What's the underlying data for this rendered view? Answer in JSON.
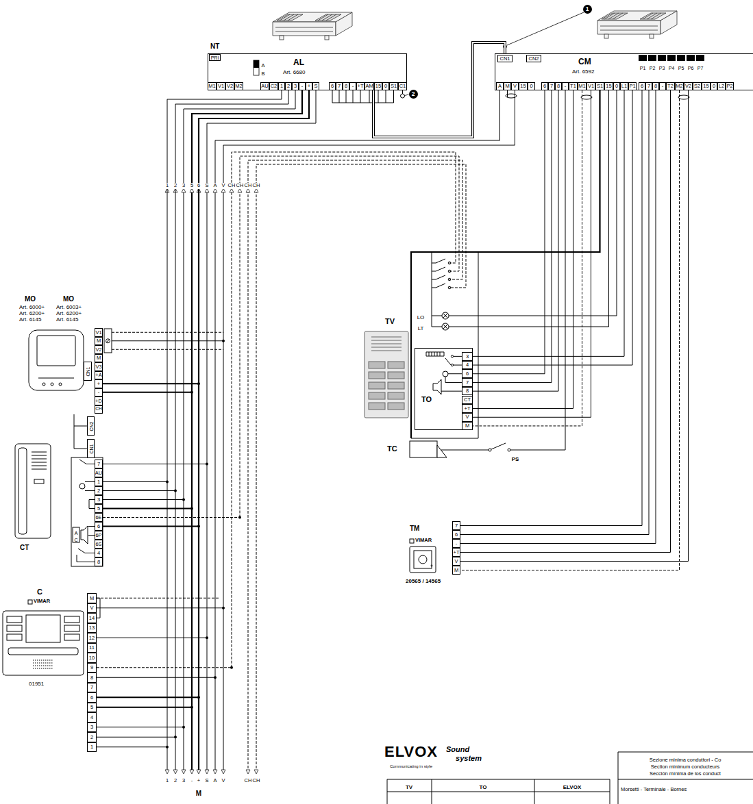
{
  "diagram": {
    "nodes": [
      {
        "text": [
          "NT",
          "AL",
          "Art. 6680"
        ]
      },
      {
        "text": [
          "CM",
          "Art. 6592"
        ]
      },
      {
        "text": [
          "MO",
          "Art. 6000+ Art. 6200+ Art. 6145",
          "MO",
          "Art. 6003+ Art. 6200+ Art. 6145"
        ]
      },
      {
        "text": [
          "CT"
        ]
      },
      {
        "text": [
          "C",
          "VIMAR",
          "01951"
        ]
      },
      {
        "text": [
          "TV"
        ]
      },
      {
        "text": [
          "TO"
        ]
      },
      {
        "text": [
          "TC"
        ]
      },
      {
        "text": [
          "TM",
          "VIMAR",
          "20565 / 14565"
        ]
      }
    ],
    "edges": [
      {
        "from": 0,
        "to": 1,
        "arrow": "none"
      },
      {
        "from": 2,
        "to": 3,
        "arrow": "none"
      },
      {
        "from": 1,
        "to": 6,
        "arrow": "none"
      },
      {
        "from": 1,
        "to": 8,
        "arrow": "none"
      },
      {
        "from": 0,
        "to": 2,
        "arrow": "none"
      },
      {
        "from": 0,
        "to": 3,
        "arrow": "none"
      },
      {
        "from": 0,
        "to": 4,
        "arrow": "none"
      }
    ],
    "labels": [
      "PRI",
      "A",
      "B",
      "M1",
      "V1",
      "V2",
      "M2",
      "AU",
      "C2",
      "1",
      "2",
      "3",
      "-",
      "+",
      "S",
      "6",
      "7",
      "8",
      "-",
      "+T",
      "AM",
      "15",
      "0",
      "S1",
      "C1",
      "CN1",
      "CN2",
      "P1",
      "P2",
      "P3",
      "P4",
      "P5",
      "P6",
      "P7",
      "A",
      "M",
      "V",
      "15",
      "0",
      "6",
      "7",
      "8",
      "-",
      "T1",
      "M1",
      "V1",
      "S1",
      "15",
      "0",
      "L1",
      "P1",
      "6",
      "7",
      "8",
      "-",
      "T2",
      "M2",
      "V2",
      "S2",
      "15",
      "0",
      "L2",
      "P2",
      "1",
      "2",
      "3",
      "5",
      "6",
      "S",
      "A",
      "V",
      "CH",
      "CH",
      "CH",
      "CH",
      "V1",
      "M",
      "V2",
      "M",
      "V3",
      "+A",
      "+",
      "-",
      "+D",
      "CH",
      "CN1",
      "CN2",
      "CN1",
      "7",
      "AU",
      "1",
      "2",
      "3",
      "5",
      "6E",
      "6",
      "6P",
      "6S",
      "4",
      "8",
      "A",
      "C",
      "M",
      "V",
      "14",
      "13",
      "12",
      "11",
      "10",
      "9",
      "8",
      "7",
      "6",
      "5",
      "4",
      "3",
      "2",
      "1",
      "LO",
      "LT",
      "3",
      "4",
      "6",
      "7",
      "8",
      "CT",
      "+T",
      "V",
      "M",
      "PS",
      "7",
      "6",
      "-",
      "+T",
      "V",
      "M",
      "1",
      "2",
      "3",
      "-",
      "+",
      "S",
      "A",
      "V",
      "CH",
      "CH",
      "M",
      "1",
      "2",
      "ELVOX",
      "Communicating in style",
      "Sound",
      "system",
      "TV",
      "TO",
      "ELVOX",
      "Sezione minima conduttori - Co",
      "Section minimum conducteurs",
      "Sección mínima de los conduct",
      "Morsetti - Terminale - Bornes"
    ]
  }
}
